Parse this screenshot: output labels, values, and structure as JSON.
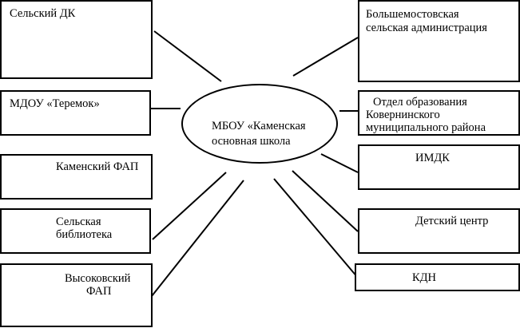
{
  "center": {
    "line1": "МБОУ «Каменская",
    "line2": "основная школа"
  },
  "left": [
    {
      "lines": [
        "Сельский ДК"
      ]
    },
    {
      "lines": [
        "МДОУ «Теремок»"
      ]
    },
    {
      "lines": [
        "Каменский ФАП"
      ]
    },
    {
      "lines": [
        "Сельская",
        "библиотека"
      ]
    },
    {
      "lines": [
        "Высоковский",
        "ФАП"
      ]
    }
  ],
  "right": [
    {
      "lines": [
        "Большемостовская",
        "сельская администрация"
      ]
    },
    {
      "lines": [
        "Отдел образования",
        "Ковернинского",
        "муниципального района"
      ]
    },
    {
      "lines": [
        "ИМДК"
      ]
    },
    {
      "lines": [
        "Детский центр"
      ]
    },
    {
      "lines": [
        "КДН"
      ]
    }
  ]
}
